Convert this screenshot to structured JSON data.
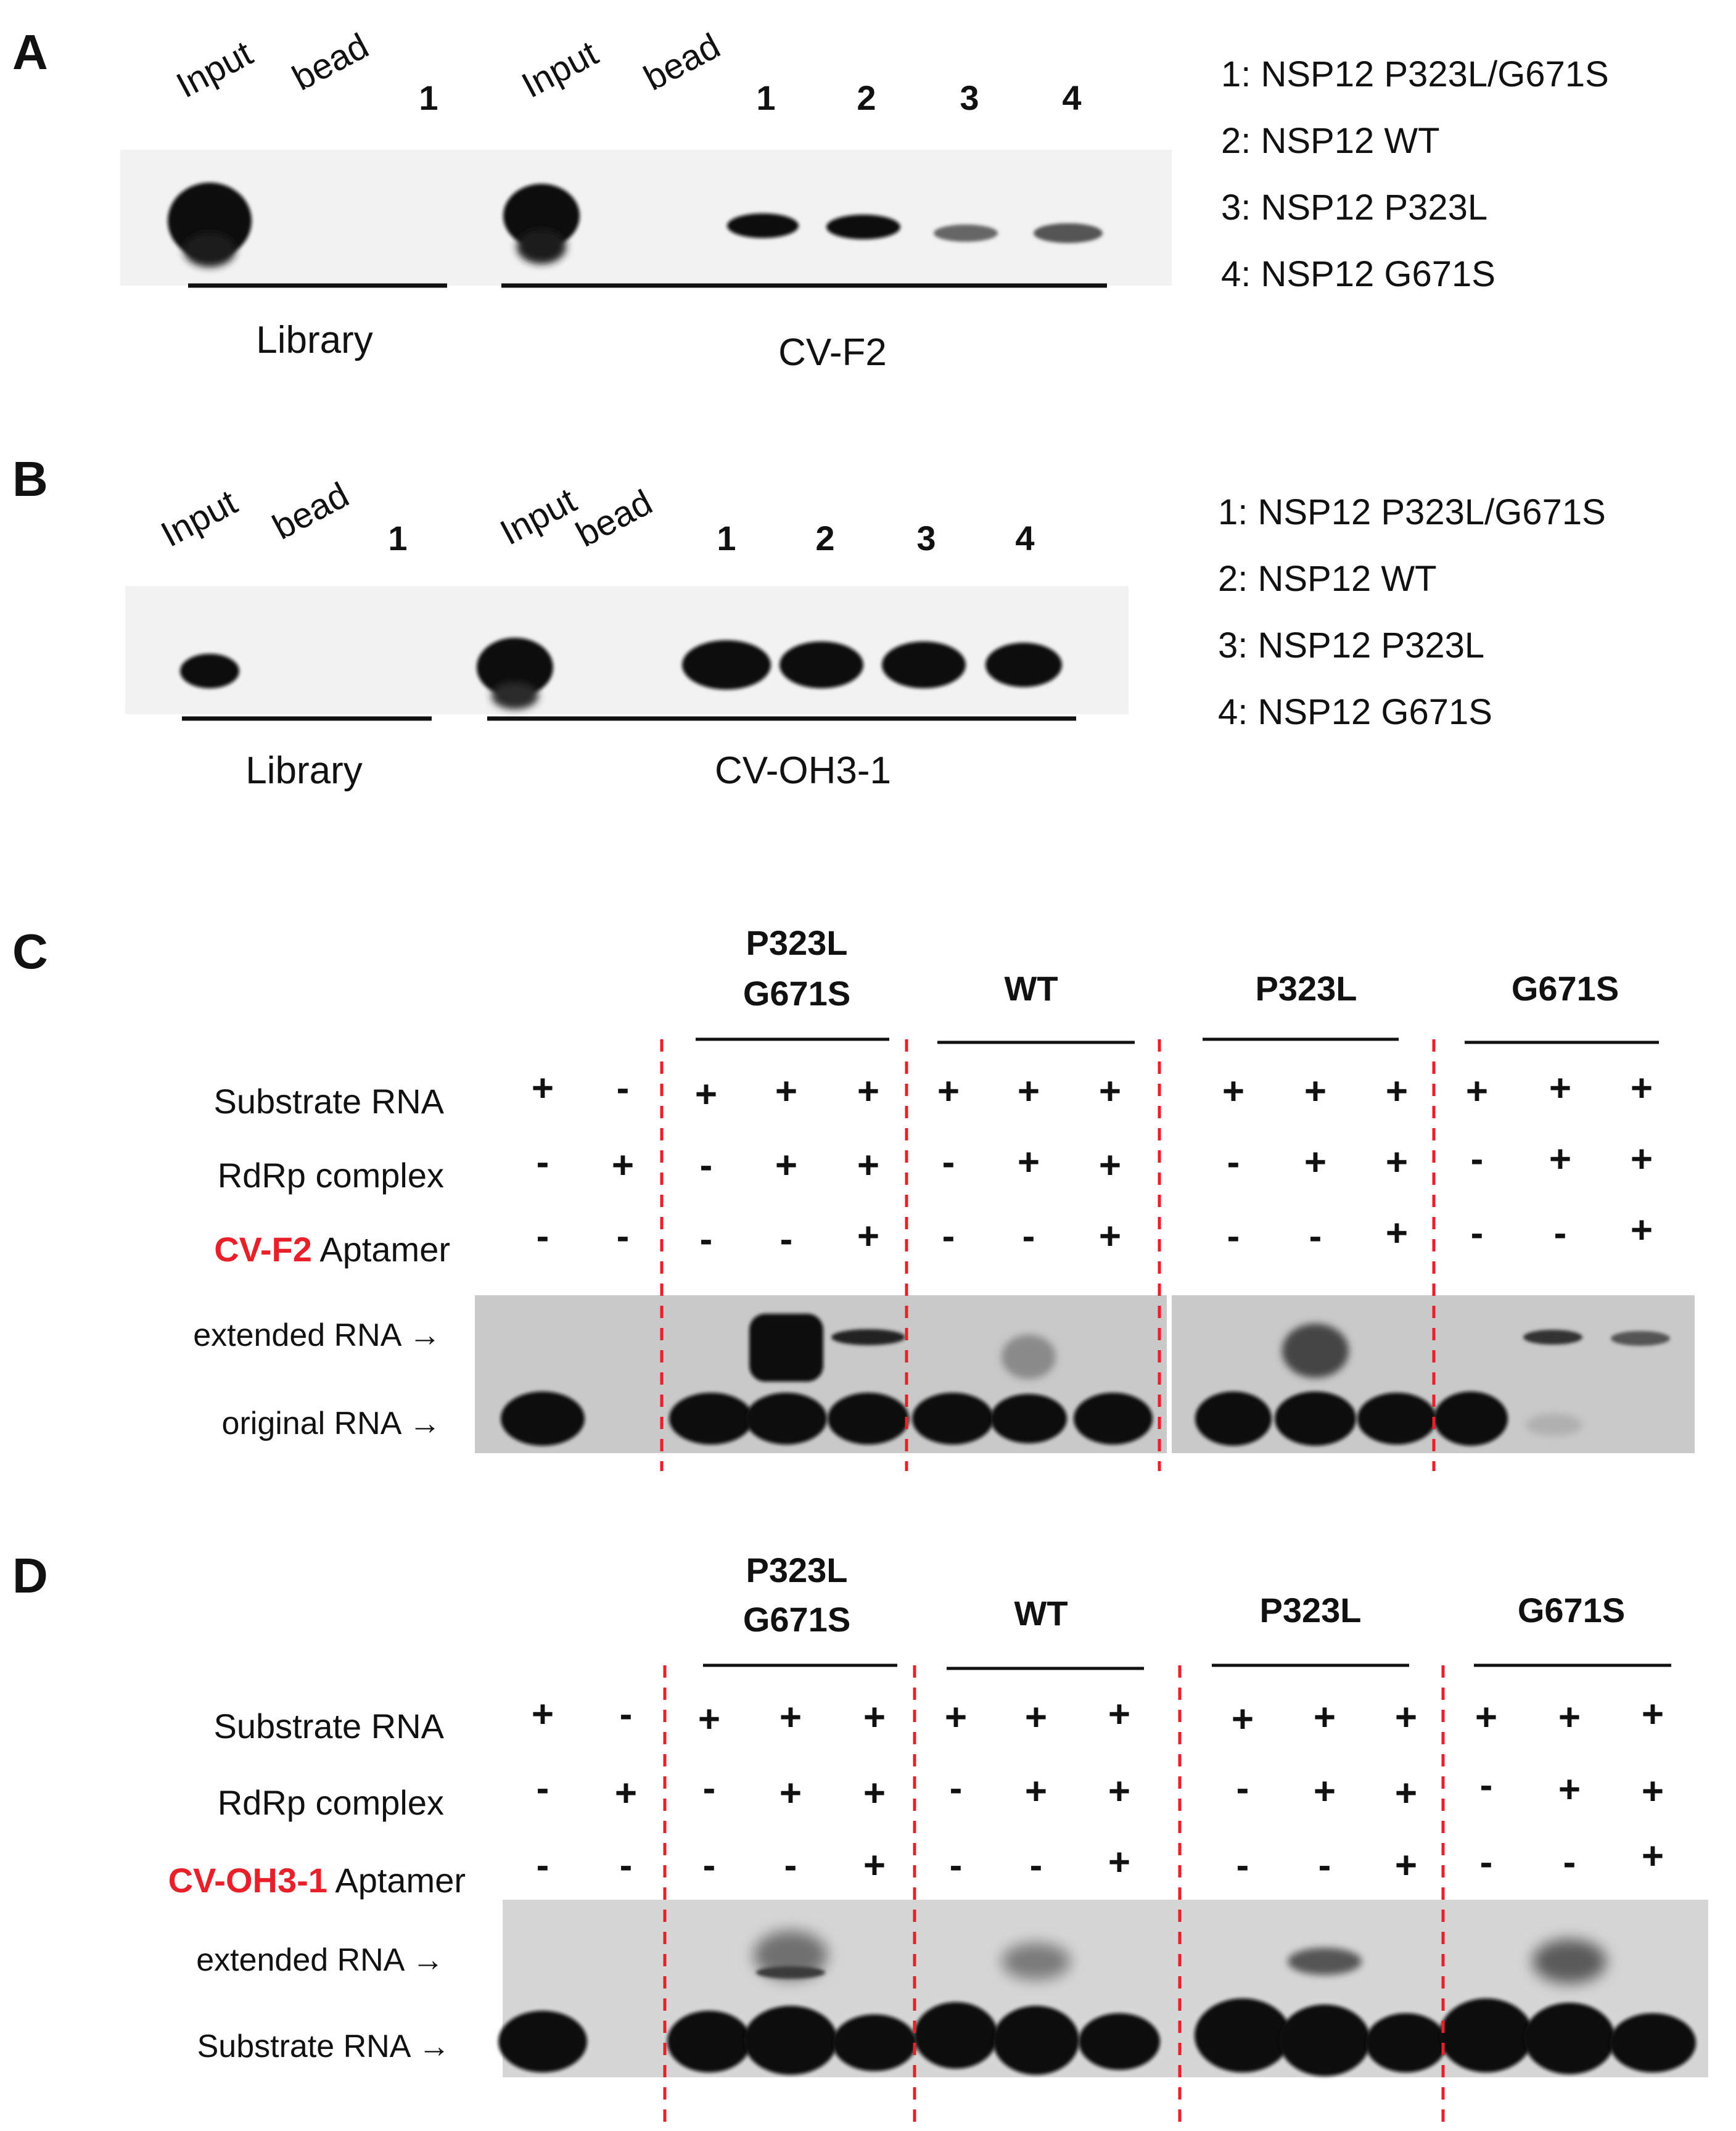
{
  "panel_a": {
    "letter": "A",
    "lanes_library": [
      "Input",
      "bead",
      "1"
    ],
    "lanes_aptamer": [
      "Input",
      "bead",
      "1",
      "2",
      "3",
      "4"
    ],
    "group_library": "Library",
    "group_aptamer": "CV-F2",
    "legend": [
      "1: NSP12 P323L/G671S",
      "2: NSP12 WT",
      "3: NSP12 P323L",
      "4: NSP12 G671S"
    ]
  },
  "panel_b": {
    "letter": "B",
    "lanes_library": [
      "Input",
      "bead",
      "1"
    ],
    "lanes_aptamer": [
      "Input",
      "bead",
      "1",
      "2",
      "3",
      "4"
    ],
    "group_library": "Library",
    "group_aptamer": "CV-OH3-1",
    "legend": [
      "1: NSP12 P323L/G671S",
      "2: NSP12 WT",
      "3: NSP12 P323L",
      "4: NSP12 G671S"
    ]
  },
  "panel_c": {
    "letter": "C",
    "groups": [
      {
        "line1": "P323L",
        "line2": "G671S"
      },
      {
        "line1": "WT",
        "line2": ""
      },
      {
        "line1": "P323L",
        "line2": ""
      },
      {
        "line1": "G671S",
        "line2": ""
      }
    ],
    "row_labels": {
      "substrate": "Substrate RNA",
      "rdrp": "RdRp complex",
      "aptamer_name": "CV-F2",
      "aptamer_suffix": " Aptamer"
    },
    "rows": {
      "substrate": [
        "+",
        "-",
        "+",
        "+",
        "+",
        "+",
        "+",
        "+",
        "+",
        "+",
        "+",
        "+",
        "+",
        "+"
      ],
      "rdrp": [
        "-",
        "+",
        "-",
        "+",
        "+",
        "-",
        "+",
        "+",
        "-",
        "+",
        "+",
        "-",
        "+",
        "+"
      ],
      "aptamer": [
        "-",
        "-",
        "-",
        "-",
        "+",
        "-",
        "-",
        "+",
        "-",
        "-",
        "+",
        "-",
        "-",
        "+"
      ]
    },
    "band_labels": [
      "extended RNA →",
      "original RNA →"
    ]
  },
  "panel_d": {
    "letter": "D",
    "groups": [
      {
        "line1": "P323L",
        "line2": "G671S"
      },
      {
        "line1": "WT",
        "line2": ""
      },
      {
        "line1": "P323L",
        "line2": ""
      },
      {
        "line1": "G671S",
        "line2": ""
      }
    ],
    "row_labels": {
      "substrate": "Substrate RNA",
      "rdrp": "RdRp complex",
      "aptamer_name": "CV-OH3-1",
      "aptamer_suffix": " Aptamer"
    },
    "rows": {
      "substrate": [
        "+",
        "-",
        "+",
        "+",
        "+",
        "+",
        "+",
        "+",
        "+",
        "+",
        "+",
        "+",
        "+",
        "+"
      ],
      "rdrp": [
        "-",
        "+",
        "-",
        "+",
        "+",
        "-",
        "+",
        "+",
        "-",
        "+",
        "+",
        "-",
        "+",
        "+"
      ],
      "aptamer": [
        "-",
        "-",
        "-",
        "-",
        "+",
        "-",
        "-",
        "+",
        "-",
        "-",
        "+",
        "-",
        "-",
        "+"
      ]
    },
    "band_labels": [
      "extended RNA →",
      "Substrate RNA →"
    ]
  },
  "colors": {
    "aptamer_highlight": "#e8202a",
    "divider": "#e8202a"
  }
}
